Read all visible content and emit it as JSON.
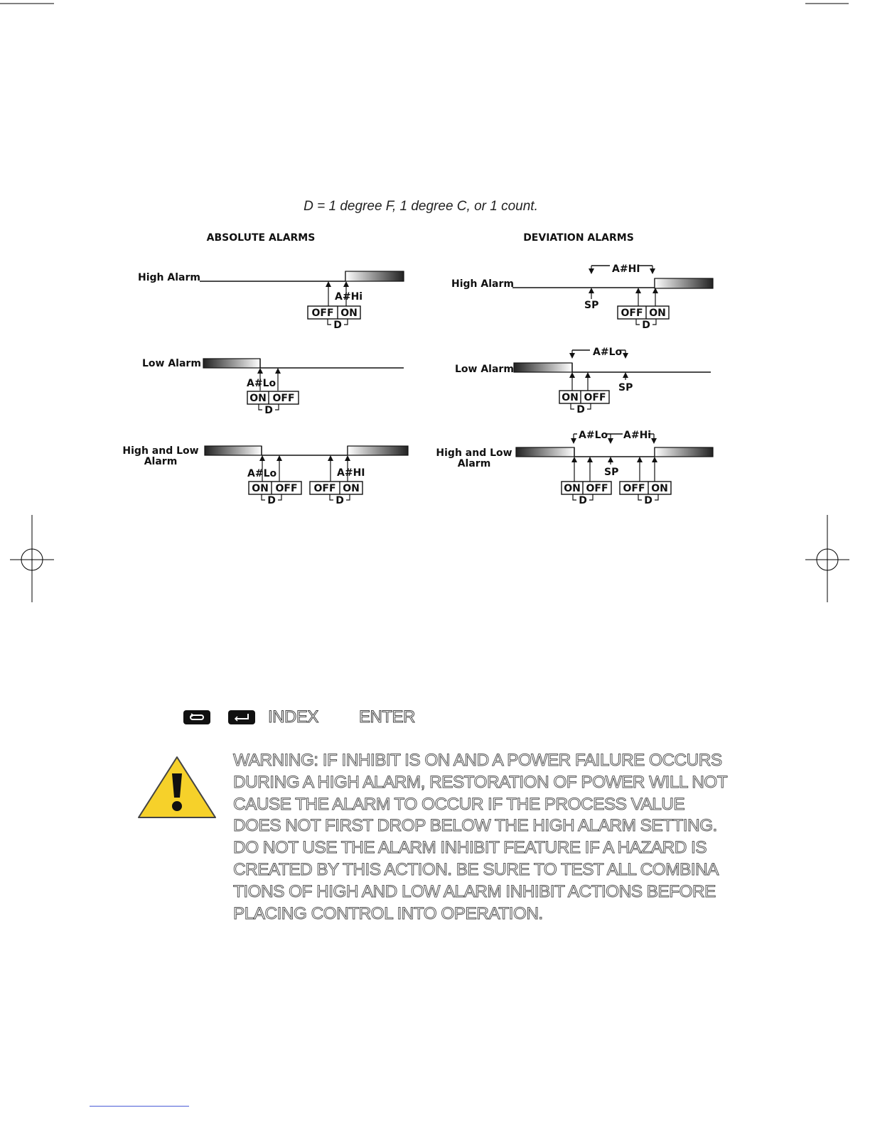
{
  "caption": "D = 1 degree F, 1 degree C, or 1 count.",
  "absolute": {
    "heading": "ABSOLUTE ALARMS",
    "high_label": "High Alarm",
    "low_label": "Low Alarm",
    "highlow_label_1": "High and Low",
    "highlow_label_2": "Alarm"
  },
  "deviation": {
    "heading": "DEVIATION ALARMS",
    "high_label": "High Alarm",
    "low_label": "Low Alarm",
    "highlow_label_1": "High and Low",
    "highlow_label_2": "Alarm"
  },
  "tags": {
    "ahi_abs": "A#Hi",
    "ahi_abs2": "A#HI",
    "ahi_dev": "A#HI",
    "ahi_dev2": "A#Hi",
    "alo": "A#Lo",
    "sp": "SP",
    "on": "ON",
    "off": "OFF",
    "d": "D"
  },
  "keys": {
    "index_label": "INDEX",
    "enter_label": "ENTER",
    "index_icon": "cycle-key-icon",
    "enter_icon": "enter-key-icon"
  },
  "warning": {
    "lines": [
      "WARNING: IF INHIBIT IS ON AND A POWER FAILURE OCCURS",
      "DURING A HIGH ALARM, RESTORATION OF POWER WILL NOT",
      "CAUSE THE ALARM TO OCCUR IF THE PROCESS VALUE",
      "DOES  NOT FIRST DROP BELOW THE HIGH ALARM SETTING.",
      "DO NOT USE THE ALARM INHIBIT FEATURE IF A HAZARD IS",
      "CREATED BY THIS ACTION. BE SURE TO TEST ALL COMBINA",
      "TIONS OF HIGH AND LOW ALARM INHIBIT ACTIONS BEFORE",
      "PLACING CONTROL INTO OPERATION."
    ],
    "icon": "warning-triangle-icon"
  }
}
